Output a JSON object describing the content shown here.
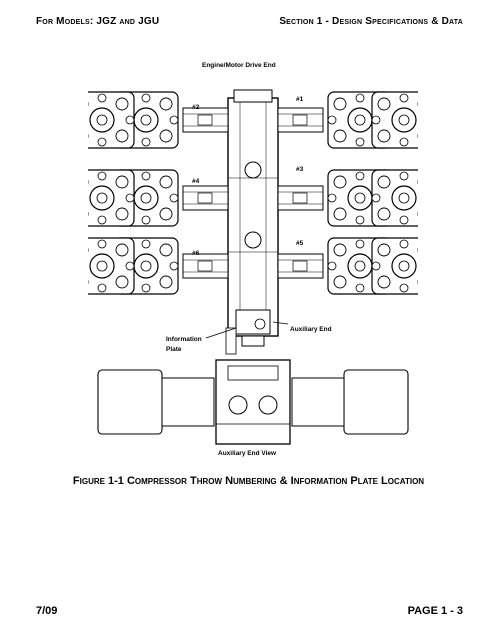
{
  "header": {
    "left": "For Models: JGZ and JGU",
    "right": "Section 1 - Design Specifications & Data"
  },
  "figure": {
    "labels": {
      "engine_end": "Engine/Motor Drive End",
      "throw1": "#1",
      "throw2": "#2",
      "throw3": "#3",
      "throw4": "#4",
      "throw5": "#5",
      "throw6": "#6",
      "info_plate_line1": "Information",
      "info_plate_line2": "Plate",
      "aux_end": "Auxiliary End",
      "aux_end_view": "Auxiliary End View"
    }
  },
  "caption": "Figure 1-1 Compressor Throw Numbering & Information Plate Location",
  "footer": {
    "left": "7/09",
    "right": "PAGE 1 - 3"
  }
}
